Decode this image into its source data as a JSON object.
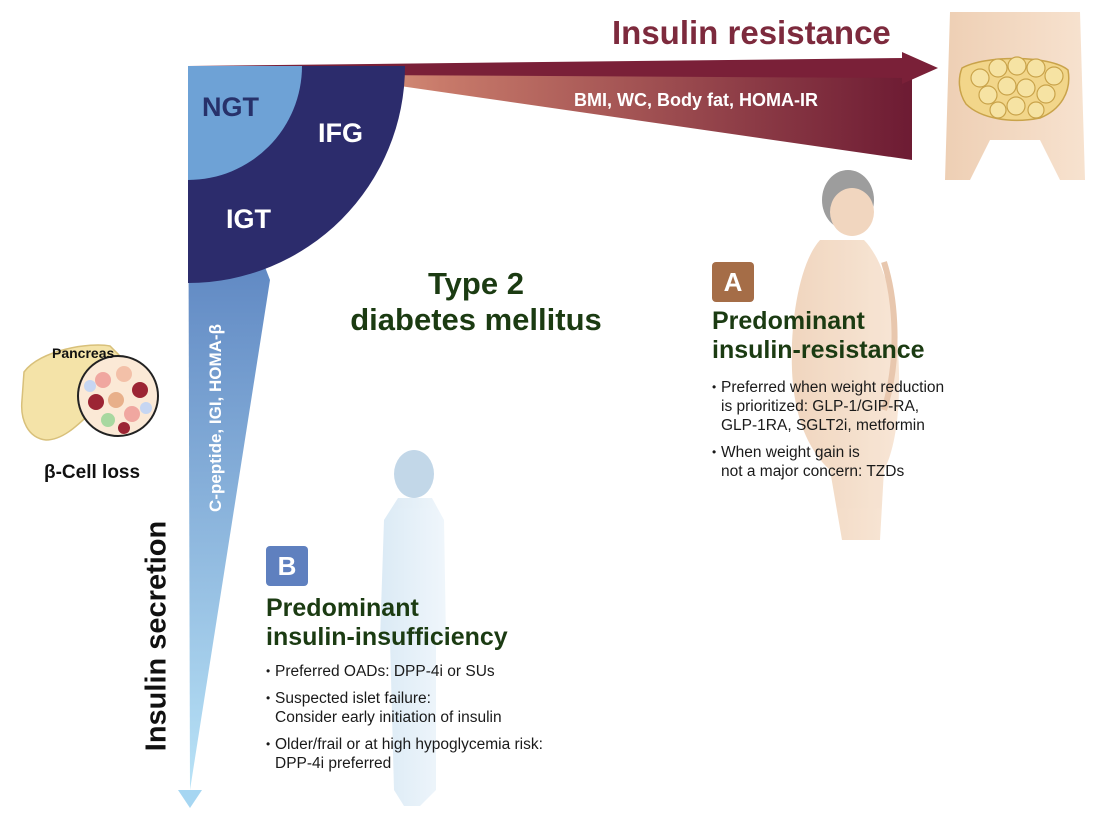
{
  "resistance": {
    "title": "Insulin resistance",
    "measures": "BMI, WC, Body fat, HOMA-IR"
  },
  "secretion": {
    "title": "Insulin secretion",
    "measures": "C-peptide, IGI, HOMA-β"
  },
  "stages": {
    "ngt": "NGT",
    "ifg": "IFG",
    "igt": "IGT"
  },
  "center_label": {
    "line1": "Type 2",
    "line2": "diabetes mellitus"
  },
  "pancreas": {
    "label": "Pancreas",
    "caption": "β-Cell loss"
  },
  "phenotype_a": {
    "badge": "A",
    "heading_line1": "Predominant",
    "heading_line2": "insulin-resistance",
    "bullets": [
      [
        "Preferred when weight reduction",
        "is prioritized: GLP-1/GIP-RA,",
        "GLP-1RA, SGLT2i, metformin"
      ],
      [
        "When weight gain is",
        "not a major concern: TZDs"
      ]
    ]
  },
  "phenotype_b": {
    "badge": "B",
    "heading_line1": "Predominant",
    "heading_line2": "insulin-insufficiency",
    "bullets": [
      [
        "Preferred OADs: DPP-4i or SUs"
      ],
      [
        "Suspected islet failure:",
        "Consider early initiation of insulin"
      ],
      [
        "Older/frail or at high hypoglycemia risk:",
        "DPP-4i preferred"
      ]
    ]
  },
  "colors": {
    "resistance_dark": "#7a2038",
    "resistance_light": "#f5c9a0",
    "secretion_dark": "#4a73b8",
    "secretion_light": "#a6d6f2",
    "stage_navy": "#2c2c6c",
    "ngt_blue": "#6ea2d6",
    "heading_green": "#1b3b12",
    "badge_a": "#a56d47",
    "badge_b": "#5f80bf"
  }
}
